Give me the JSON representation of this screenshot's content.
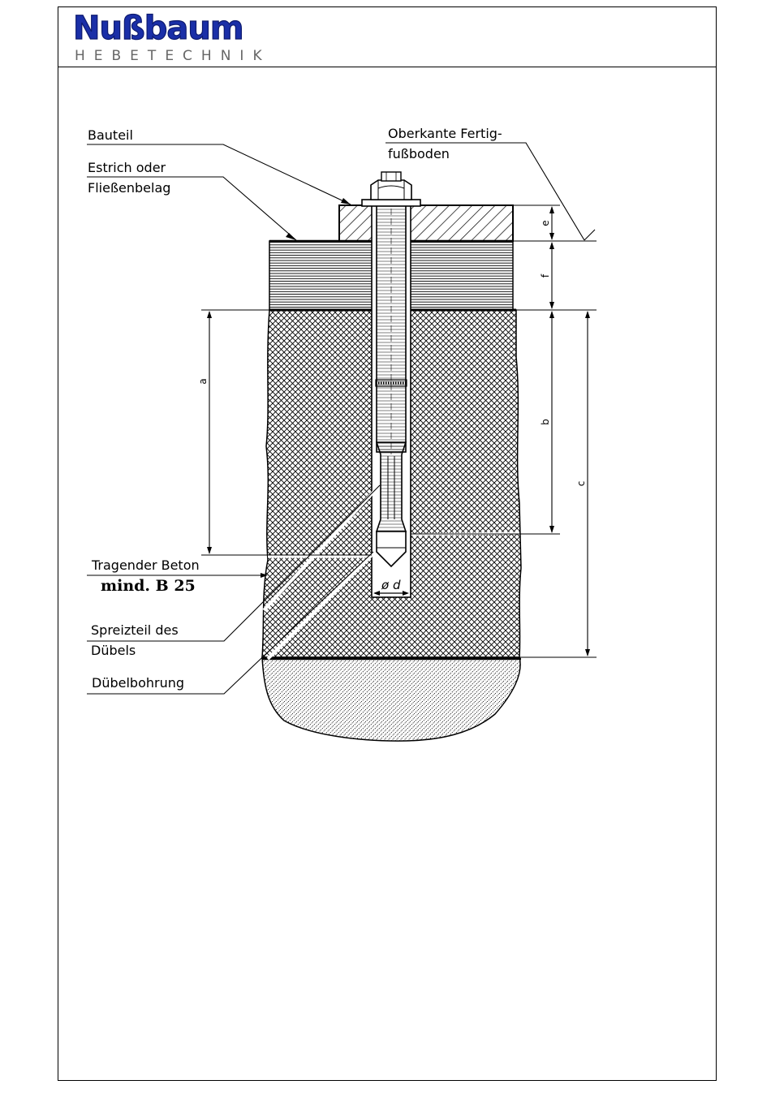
{
  "header": {
    "brand": "Nußbaum",
    "subtitle": "HEBETECHNIK",
    "brand_color": "#1a2fa8"
  },
  "labels": {
    "bauteil": "Bauteil",
    "estrich_1": "Estrich oder",
    "estrich_2": "Fließenbelag",
    "oberkante_1": "Oberkante Fertig-",
    "oberkante_2": "fußboden",
    "tragender_beton": "Tragender Beton",
    "mind_b25": "mind. B 25",
    "spreizteil_1": "Spreizteil des",
    "spreizteil_2": "Dübels",
    "duebelbohrung": "Dübelbohrung"
  },
  "dimensions": {
    "e": "e",
    "f": "f",
    "a": "a",
    "b": "b",
    "c": "c",
    "d": "ø d"
  }
}
